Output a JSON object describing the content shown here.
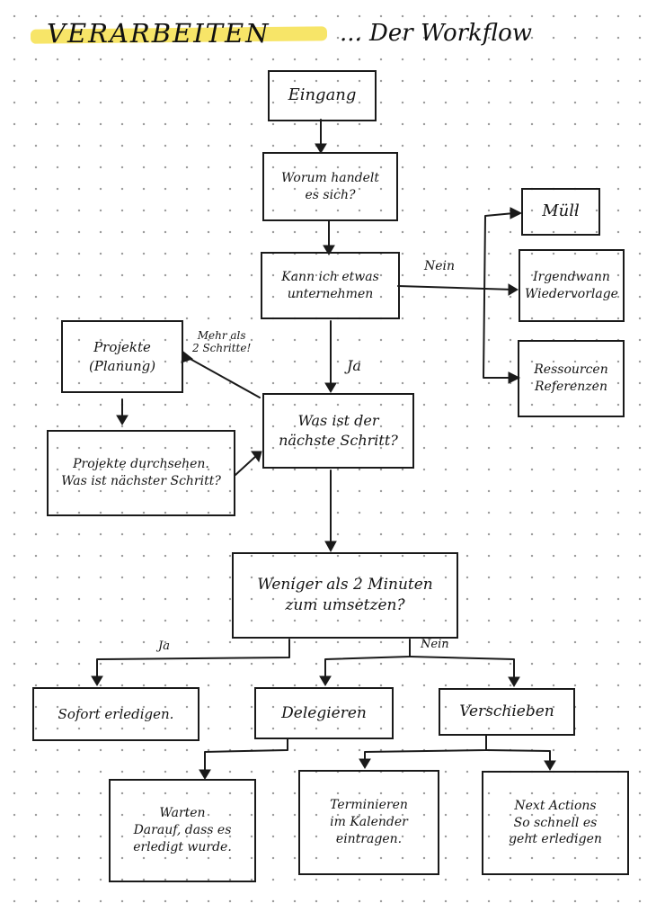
{
  "title": {
    "main": "VERARBEITEN",
    "rest": "... Der Workflow"
  },
  "boxes": {
    "eingang": "Eingang",
    "worum": "Worum handelt\nes sich?",
    "kann": "Kann ich etwas\nunternehmen",
    "muell": "Müll",
    "irgendwann": "Irgendwann\nWiedervorlage",
    "ressourcen": "Ressourcen\nReferenzen",
    "projekte": "Projekte\n(Planung)",
    "durchsehen": "Projekte durchsehen.\nWas ist nächster Schritt?",
    "naechster": "Was ist der\nnächste Schritt?",
    "weniger": "Weniger als 2 Minuten\nzum umsetzen?",
    "sofort": "Sofort erledigen.",
    "delegieren": "Delegieren",
    "verschieben": "Verschieben",
    "warten": "Warten\nDarauf, dass es\nerledigt wurde.",
    "terminieren": "Terminieren\nim Kalender\neintragen.",
    "next": "Next Actions\nSo schnell es\ngeht erledigen"
  },
  "labels": {
    "nein1": "Nein",
    "ja1": "Ja",
    "mehr": "Mehr als\n2 Schritte!",
    "ja2": "Ja",
    "nein2": "Nein"
  }
}
